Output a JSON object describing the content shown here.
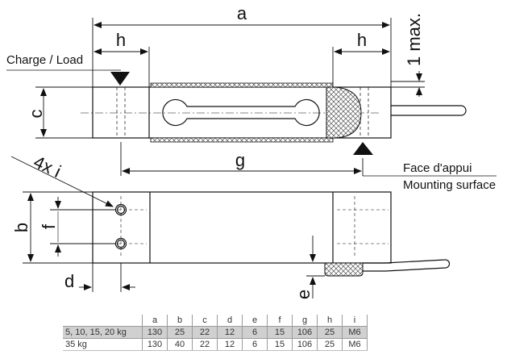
{
  "labels": {
    "a": "a",
    "h_left": "h",
    "h_right": "h",
    "one_max": "1 max.",
    "charge_load": "Charge / Load",
    "c": "c",
    "four_x_i": "4x i",
    "g": "g",
    "face_appui": "Face d'appui",
    "mounting_surface": "Mounting surface",
    "b": "b",
    "f": "f",
    "d": "d",
    "e": "e"
  },
  "table": {
    "columns": [
      "",
      "a",
      "b",
      "c",
      "d",
      "e",
      "f",
      "g",
      "h",
      "i"
    ],
    "rows": [
      [
        "5, 10, 15, 20 kg",
        "130",
        "25",
        "22",
        "12",
        "6",
        "15",
        "106",
        "25",
        "M6"
      ],
      [
        "35 kg",
        "130",
        "40",
        "22",
        "12",
        "6",
        "15",
        "106",
        "25",
        "M6"
      ]
    ]
  },
  "colors": {
    "line": "#111111",
    "row_shaded": "#d0d0d0",
    "grid": "#9a9a9a"
  }
}
